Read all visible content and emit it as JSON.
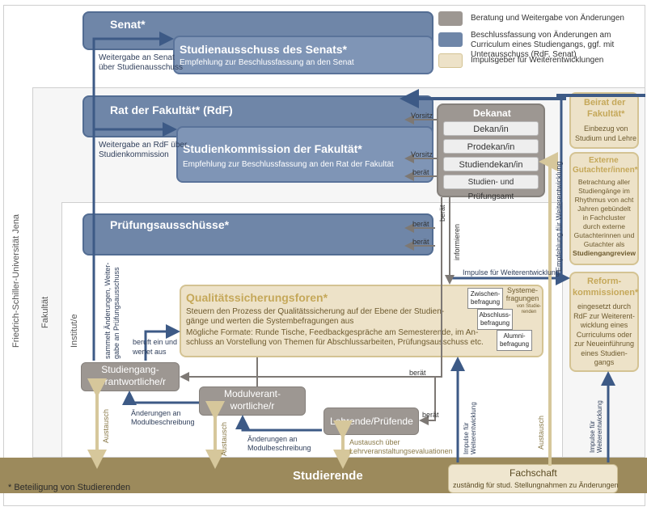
{
  "legend": {
    "items": [
      {
        "label": "Beratung und Weitergabe von Änderungen",
        "color": "#9d9792"
      },
      {
        "label": "Beschlussfassung von Änderungen am Curriculum eines Studiengangs, ggf. mit Unterausschuss (RdF, Senat)",
        "color": "#6f86a8"
      },
      {
        "label": "Impulsgeber für Weiterentwicklungen",
        "color": "#ede2c8"
      }
    ]
  },
  "frames": {
    "university": "Friedrich-Schiller-Universität Jena",
    "faculty": "Fakultät",
    "institute": "Institut/e"
  },
  "senat": {
    "title": "Senat*",
    "sub_title": "Studienausschuss des Senats*",
    "sub_desc": "Empfehlung zur Beschlussfassung an den Senat",
    "pass_line1": "Weitergabe an Senat",
    "pass_line2": "über Studienausschuss"
  },
  "rdf": {
    "title": "Rat der Fakultät* (RdF)",
    "sub_title": "Studienkommission der Fakultät*",
    "sub_desc": "Empfehlung zur Beschlussfassung an den Rat der Fakultät",
    "pass_line1": "Weitergabe an RdF über",
    "pass_line2": "Studienkommission"
  },
  "dekanat": {
    "title": "Dekanat",
    "items": [
      "Dekan/in",
      "Prodekan/in",
      "Studiendekan/in",
      "Studien- und Prüfungsamt"
    ]
  },
  "pruefung": {
    "title": "Prüfungsausschüsse*"
  },
  "qs": {
    "title": "Qualitätssicherungsforen*",
    "line1": "Steuern den Prozess der Qualitätssicherung auf der Ebene der Studien-",
    "line2": "gänge und werten die Systembefragungen aus",
    "line3": "Mögliche Formate: Runde Tische, Feedbackgespräche am Semesterende, im An-",
    "line4": "schluss an Vorstellung von Themen für Abschlussarbeiten, Prüfungsausschuss etc.",
    "befragungen": [
      "Zwischen-befragung",
      "Abschluss-befragung",
      "Alumni-befragung"
    ],
    "system_label": "Systeme-fragungen",
    "system_sub": "von Studie-renden"
  },
  "studiengang": {
    "title": "Studiengang-verantwortliche/r"
  },
  "modul": {
    "title": "Modulverant-wortliche/r"
  },
  "lehrende": {
    "title": "Lehrende/Prüfende"
  },
  "studierende": {
    "title": "Studierende"
  },
  "fachschaft": {
    "title": "Fachschaft",
    "desc": "zuständig für stud. Stellungnahmen zu Änderungen"
  },
  "beirat": {
    "title1": "Beirat der",
    "title2": "Fakultät*",
    "desc1": "Einbezug von",
    "desc2": "Studium und Lehre"
  },
  "extern": {
    "title1": "Externe",
    "title2": "Gutachter/innen*",
    "desc": [
      "Betrachtung aller",
      "Studiengänge im",
      "Rhythmus von acht",
      "Jahren gebündelt",
      "in Fachcluster",
      "durch externe",
      "Gutachterinnen und",
      "Gutachter als"
    ],
    "emph": "Studiengangreview"
  },
  "reform": {
    "title1": "Reform-",
    "title2": "kommissionen*",
    "desc": [
      "eingesetzt durch",
      "RdF zur Weiterent-",
      "wicklung eines",
      "Curriculums oder",
      "zur Neueinführung",
      "eines Studien-",
      "gangs"
    ]
  },
  "arrows": {
    "vorsitz": "Vorsitz",
    "beraet": "berät",
    "informieren": "informieren",
    "impulse": "Impulse für Weiterentwicklung",
    "austausch": "Austausch",
    "austausch_lehrv1": "Austausch über",
    "austausch_lehrv2": "Lehrveranstaltungsevaluationen",
    "beruft1": "beruft ein und",
    "beruft2": "wertet aus",
    "aend_modul1": "Änderungen an",
    "aend_modul2": "Modulbeschreibung",
    "sammelt1": "sammelt Änderungen, Weiter-",
    "sammelt2": "gabe an Prüfungsausschuss"
  },
  "footnote": "* Beteiligung von Studierenden"
}
